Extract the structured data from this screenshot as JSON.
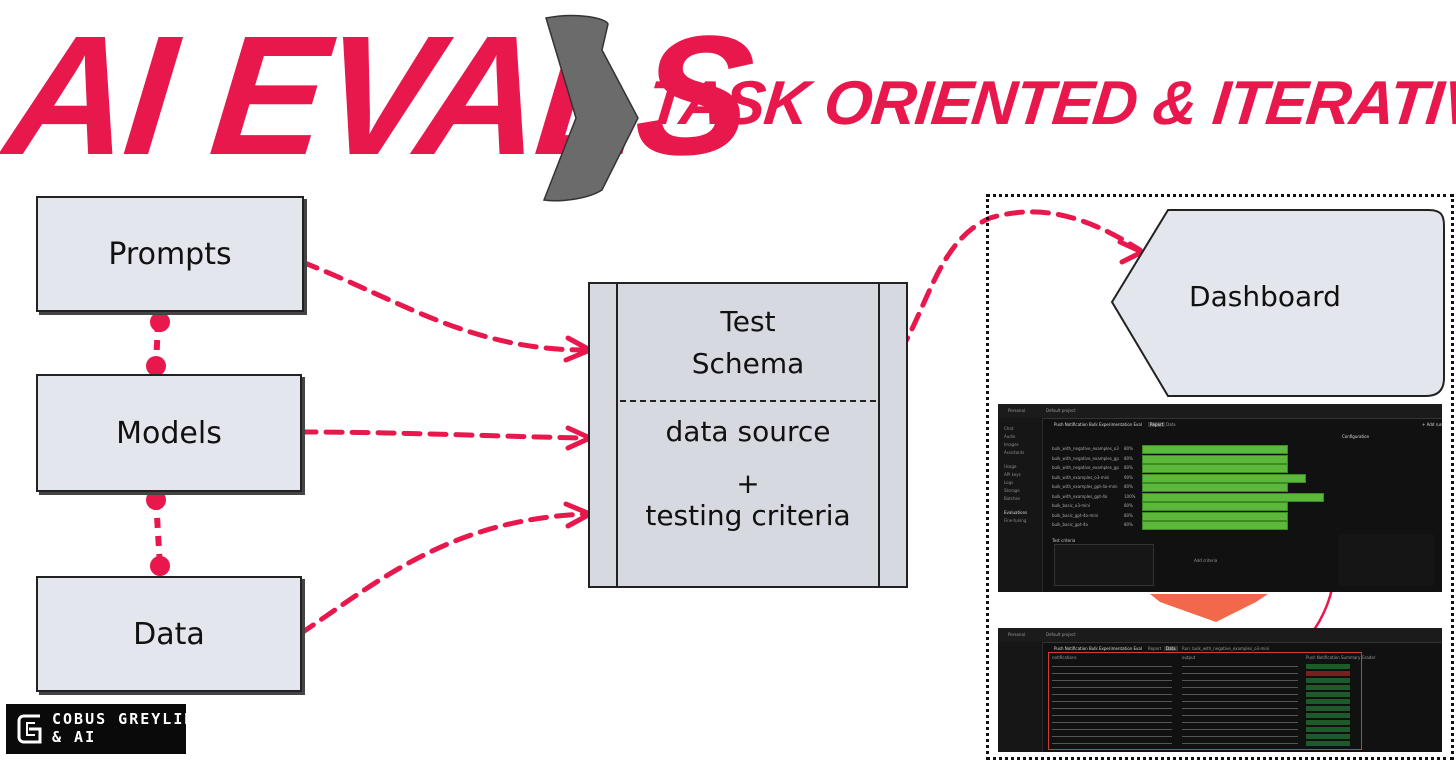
{
  "title": {
    "main": "AI EVALS",
    "subtitle": "TASK ORIENTED & ITERATIVE"
  },
  "colors": {
    "accent": "#e8174c",
    "box_fill": "#e3e6ec",
    "arrow_gray": "#6b6b6b",
    "orange_arrow": "#f2684a",
    "dashboard_green": "#5cb83a"
  },
  "nodes": {
    "prompts": "Prompts",
    "models": "Models",
    "data": "Data",
    "schema_title_line1": "Test",
    "schema_title_line2": "Schema",
    "schema_line1": "data source",
    "schema_plus": "+",
    "schema_line2": "testing criteria",
    "dashboard": "Dashboard"
  },
  "logo": {
    "line1": "COBUS GREYLING",
    "line2": "& AI",
    "icon": "g-logo-icon"
  },
  "screenshot_top": {
    "project": "Personal",
    "breadcrumb": "Default project",
    "eval_title": "Push Notification Bulk Experimentation Eval",
    "tab_report": "Report",
    "tab_data": "Data",
    "nav": [
      "Chat",
      "Audio",
      "Images",
      "Assistants",
      "Usage",
      "API keys",
      "Logs",
      "Storage",
      "Batches",
      "Evaluations",
      "Fine-tuning"
    ],
    "runs": [
      {
        "name": "bulk_with_negative_examples_o3",
        "score": "80%",
        "fill": 0.8
      },
      {
        "name": "bulk_with_negative_examples_gp",
        "score": "80%",
        "fill": 0.8
      },
      {
        "name": "bulk_with_negative_examples_gp",
        "score": "80%",
        "fill": 0.8
      },
      {
        "name": "bulk_with_examples_o3-mini",
        "score": "90%",
        "fill": 0.9
      },
      {
        "name": "bulk_with_examples_gpt-4o-mini",
        "score": "80%",
        "fill": 0.8
      },
      {
        "name": "bulk_with_examples_gpt-4o",
        "score": "100%",
        "fill": 1.0
      },
      {
        "name": "bulk_basic_o3-mini",
        "score": "80%",
        "fill": 0.8
      },
      {
        "name": "bulk_basic_gpt-4o-mini",
        "score": "80%",
        "fill": 0.8
      },
      {
        "name": "bulk_basic_gpt-4o",
        "score": "80%",
        "fill": 0.8
      }
    ],
    "config_label": "Configuration",
    "add_run": "+ Add run",
    "add_criteria": "Add criteria",
    "criteria_label": "Test criteria"
  },
  "screenshot_bottom": {
    "project": "Personal",
    "breadcrumb": "Default project",
    "eval_title": "Push Notification Bulk Experimentation Eval",
    "tab_report": "Report",
    "tab_data": "Data",
    "run_selector": "Run: bulk_with_negative_examples_o3-mini",
    "col_notifications": "notifications",
    "col_output": "output",
    "col_grader": "Push Notification Summary Grader",
    "rows": [
      "pass",
      "fail",
      "pass",
      "pass",
      "pass",
      "pass",
      "pass",
      "pass",
      "pass",
      "pass",
      "pass",
      "pass"
    ]
  }
}
